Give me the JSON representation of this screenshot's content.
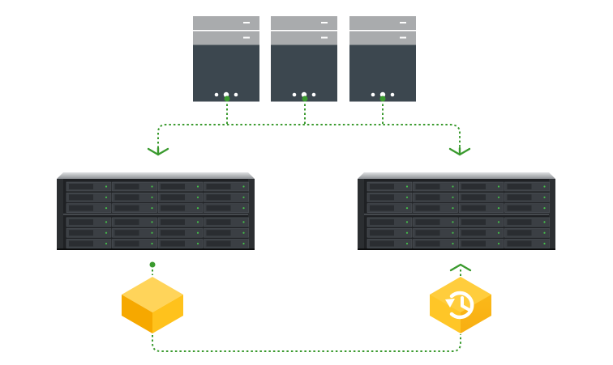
{
  "diagram": {
    "servers": [
      {
        "id": "server-1"
      },
      {
        "id": "server-2"
      },
      {
        "id": "server-3"
      }
    ],
    "storage_units": [
      {
        "id": "nas-left"
      },
      {
        "id": "nas-right"
      }
    ],
    "cubes": [
      {
        "id": "data-volume",
        "icon": "cube-icon"
      },
      {
        "id": "snapshot-restore",
        "icon": "history-clock-icon"
      }
    ],
    "colors": {
      "connector": "#3a9a2e",
      "server_top": "#a7a9ab",
      "server_body": "#3c474f",
      "cube_light": "#ffc21c",
      "cube_dark": "#f5a300",
      "nas_chassis": "#1f2124"
    }
  }
}
